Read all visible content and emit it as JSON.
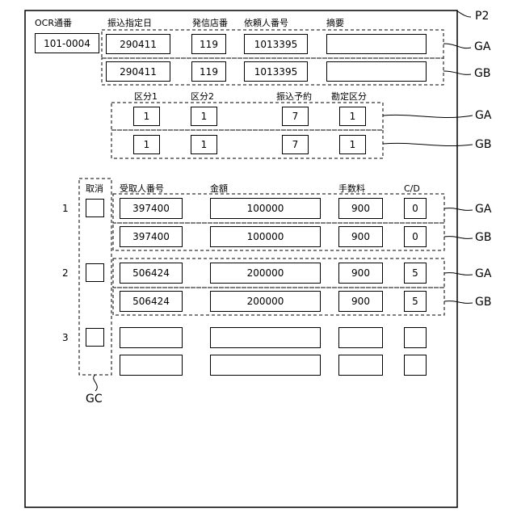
{
  "figure_label": "P2",
  "header": {
    "ocr_label": "OCR通番",
    "ocr_value": "101-0004",
    "col_date": "振込指定日",
    "col_branch": "発信店番",
    "col_requester": "依頼人番号",
    "col_summary": "摘要"
  },
  "rows_top": [
    {
      "date": "290411",
      "branch": "119",
      "requester": "1013395",
      "summary": ""
    },
    {
      "date": "290411",
      "branch": "119",
      "requester": "1013395",
      "summary": ""
    }
  ],
  "class_header": {
    "kubun1": "区分1",
    "kubun2": "区分2",
    "furikomi_yoyaku": "振込予約",
    "kanjo_kubun": "勘定区分"
  },
  "rows_class": [
    {
      "kubun1": "1",
      "kubun2": "1",
      "yoyaku": "7",
      "kanjo": "1"
    },
    {
      "kubun1": "1",
      "kubun2": "1",
      "yoyaku": "7",
      "kanjo": "1"
    }
  ],
  "detail_header": {
    "cancel": "取消",
    "payee": "受取人番号",
    "amount": "金額",
    "fee": "手数料",
    "cd": "C/D"
  },
  "entries": [
    {
      "number": "1",
      "rows": [
        {
          "payee": "397400",
          "amount": "100000",
          "fee": "900",
          "cd": "0"
        },
        {
          "payee": "397400",
          "amount": "100000",
          "fee": "900",
          "cd": "0"
        }
      ]
    },
    {
      "number": "2",
      "rows": [
        {
          "payee": "506424",
          "amount": "200000",
          "fee": "900",
          "cd": "5"
        },
        {
          "payee": "506424",
          "amount": "200000",
          "fee": "900",
          "cd": "5"
        }
      ]
    },
    {
      "number": "3",
      "rows": [
        {
          "payee": "",
          "amount": "",
          "fee": "",
          "cd": ""
        },
        {
          "payee": "",
          "amount": "",
          "fee": "",
          "cd": ""
        }
      ]
    }
  ],
  "group_labels": {
    "ga": "GA",
    "gb": "GB",
    "gc": "GC"
  }
}
